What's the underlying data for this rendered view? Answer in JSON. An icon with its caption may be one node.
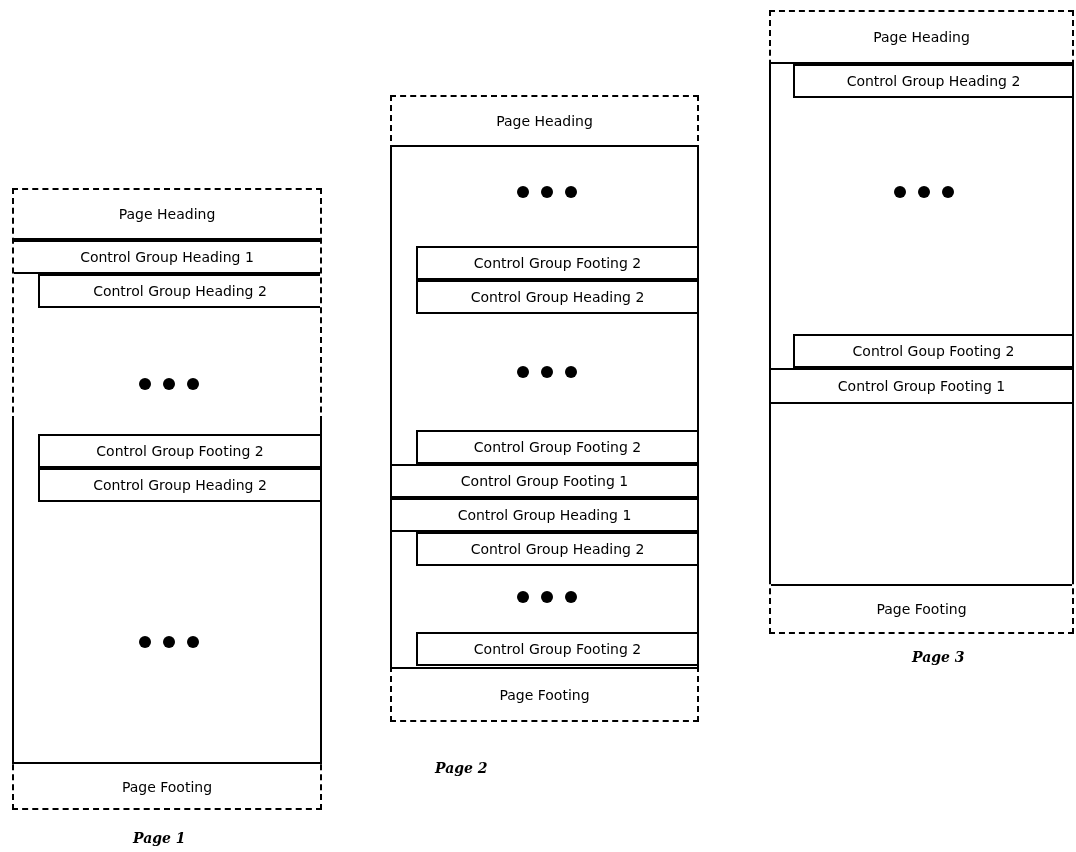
{
  "diagram": {
    "nodes": [
      {
        "text": [],
        "shape": "box",
        "beside": [
          "Page 1"
        ]
      },
      {
        "text": [
          "Page Heading"
        ],
        "in": 0
      },
      {
        "text": [
          "Control Group Heading 1"
        ],
        "in": 0
      },
      {
        "text": [
          "Control Group Heading 2"
        ],
        "in": 0
      },
      {
        "text": [
          "Control Group Footing 2"
        ],
        "in": 0
      },
      {
        "text": [
          "Control Group Heading 2"
        ],
        "in": 0
      },
      {
        "text": [
          "Page Footing"
        ],
        "in": 0
      },
      {
        "text": [],
        "shape": "box",
        "beside": [
          "Page 2"
        ]
      },
      {
        "text": [
          "Page Heading"
        ],
        "in": 7
      },
      {
        "text": [
          "Control Group Footing 2"
        ],
        "in": 7
      },
      {
        "text": [
          "Control Group Heading 2"
        ],
        "in": 7
      },
      {
        "text": [
          "Control Group Footing 2"
        ],
        "in": 7
      },
      {
        "text": [
          "Control Group Footing 1"
        ],
        "in": 7
      },
      {
        "text": [
          "Control Group Heading 1"
        ],
        "in": 7
      },
      {
        "text": [
          "Control Group Heading 2"
        ],
        "in": 7
      },
      {
        "text": [
          "Control Group Footing 2"
        ],
        "in": 7
      },
      {
        "text": [
          "Page Footing"
        ],
        "in": 7
      },
      {
        "text": [],
        "shape": "box",
        "beside": [
          "Page 3"
        ]
      },
      {
        "text": [
          "Page Heading"
        ],
        "in": 17
      },
      {
        "text": [
          "Control Group Heading 2"
        ],
        "in": 17
      },
      {
        "text": [
          "Control Goup Footing 2"
        ],
        "in": 17
      },
      {
        "text": [
          "Control Group Footing 1"
        ],
        "in": 17
      },
      {
        "text": [
          "Page Footing"
        ],
        "in": 17
      }
    ]
  }
}
